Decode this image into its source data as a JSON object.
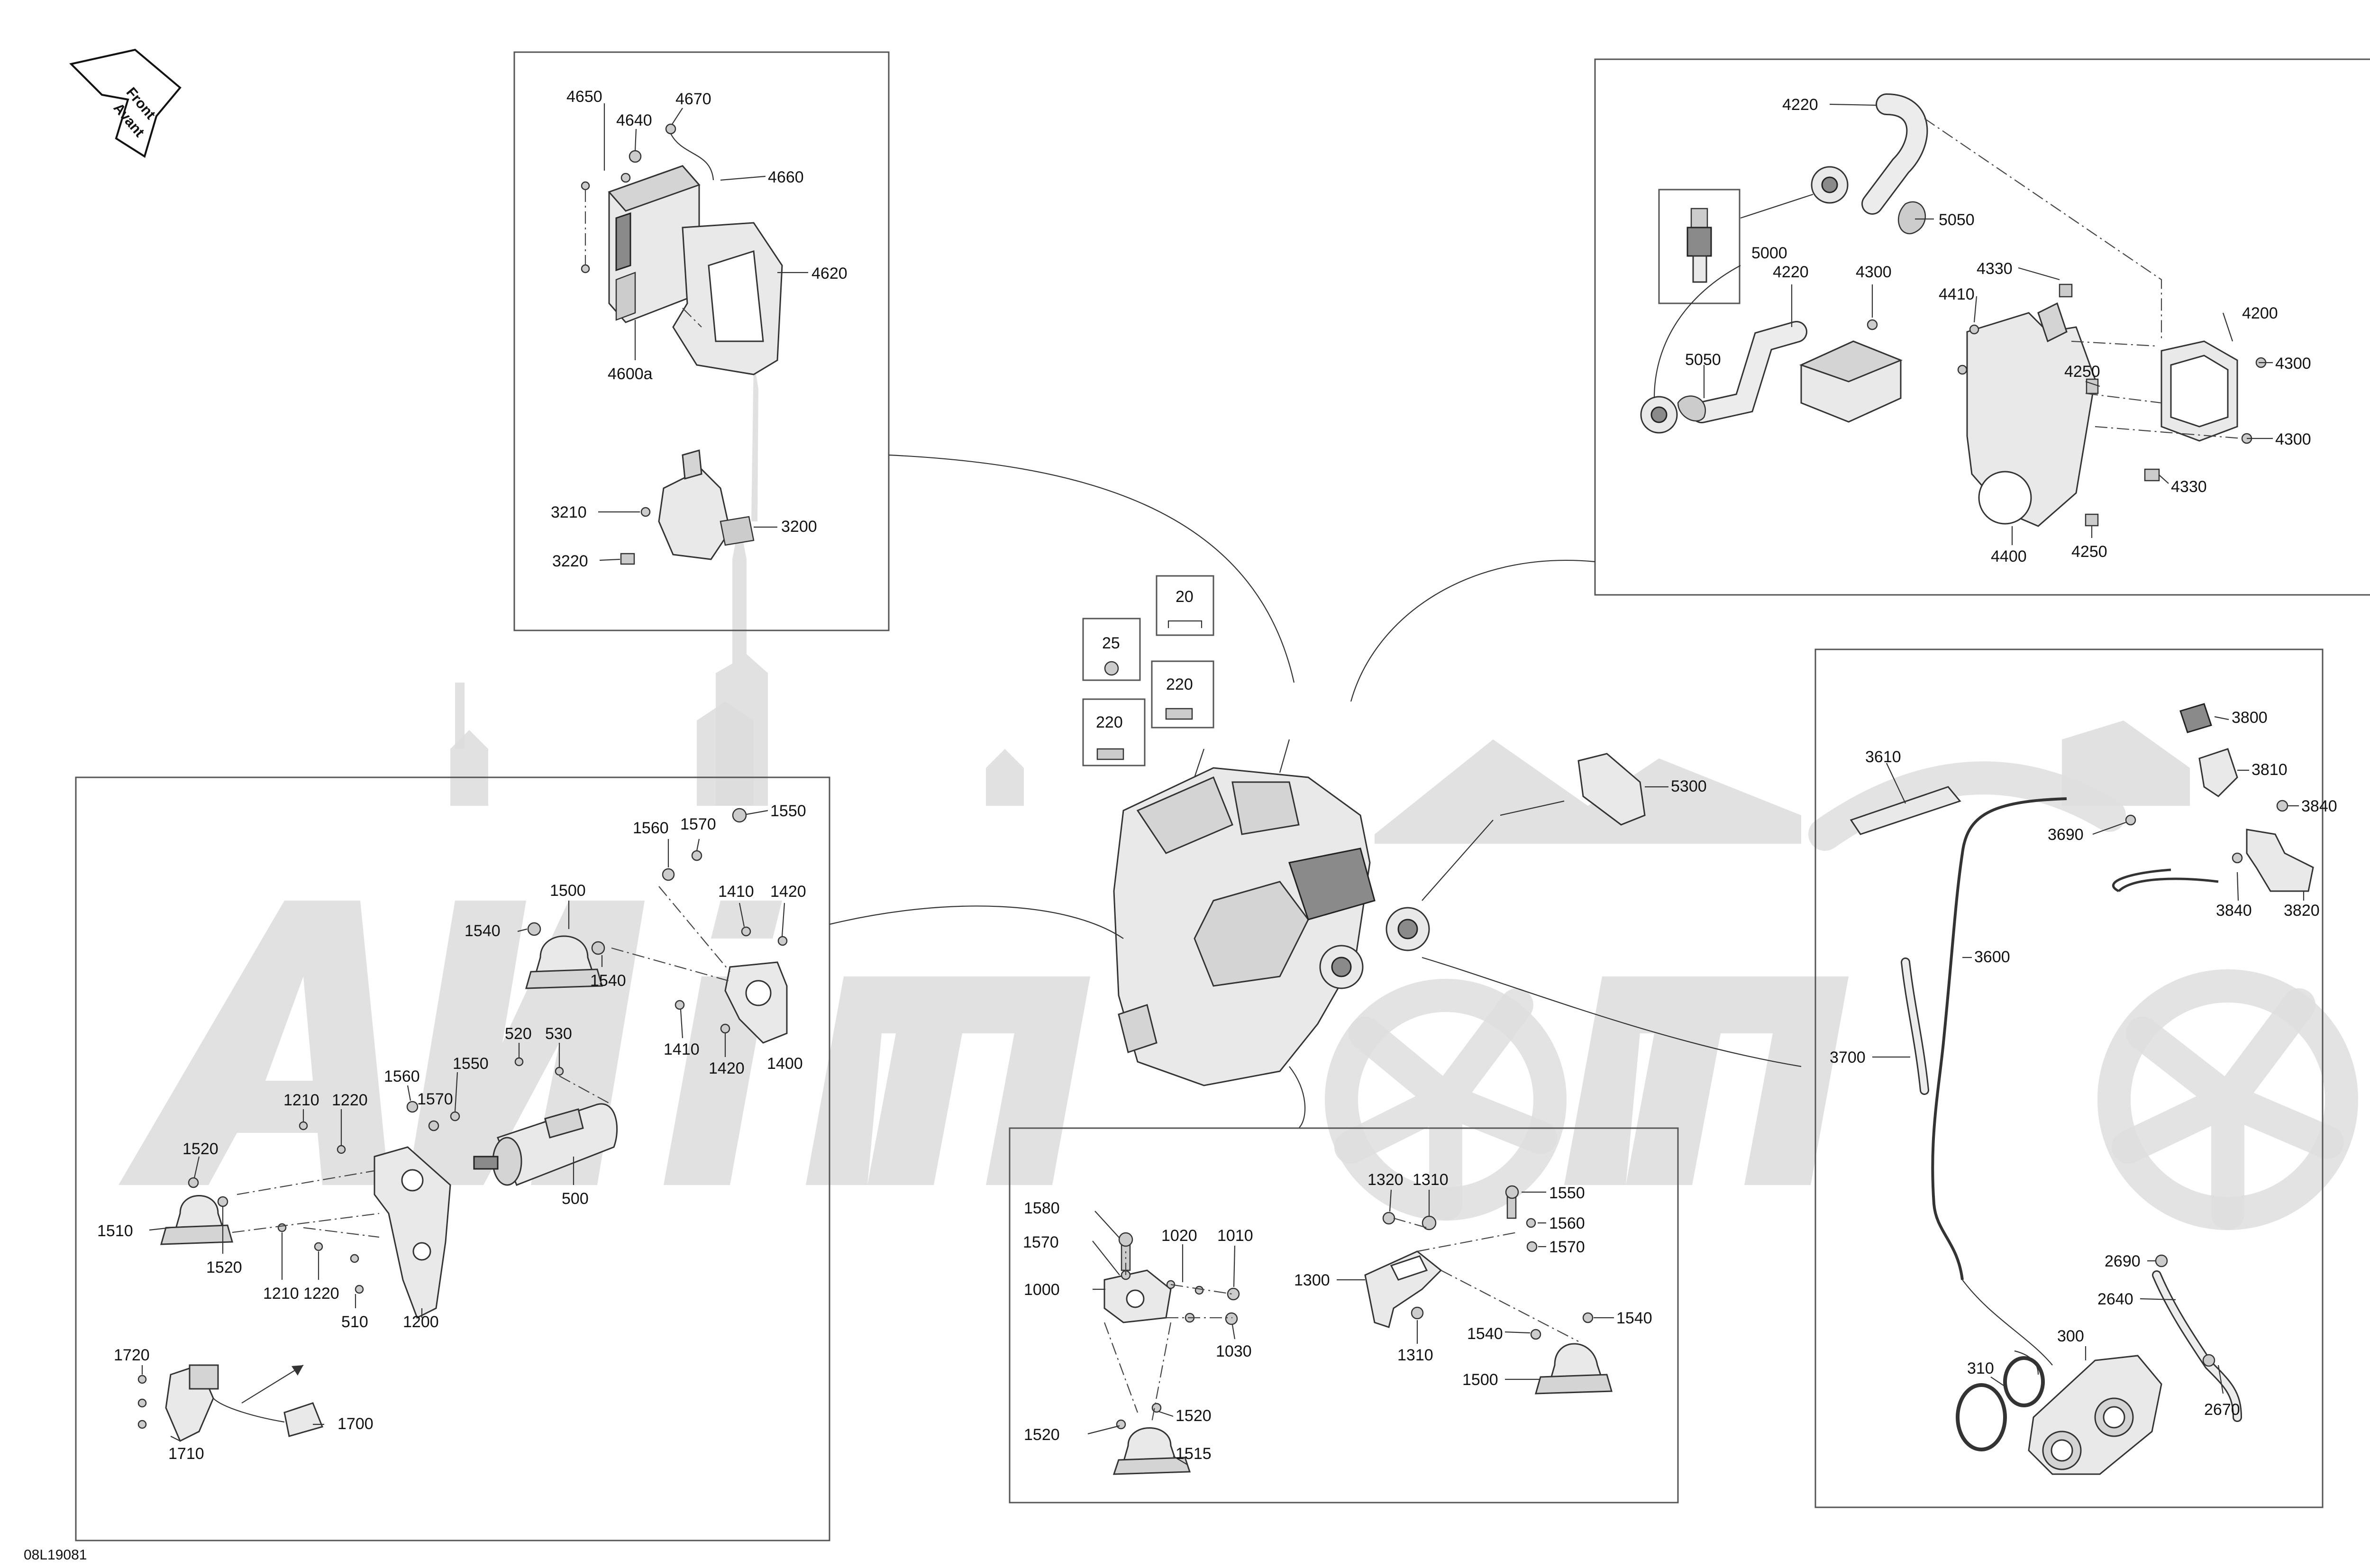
{
  "direction_arrow": {
    "line1": "Front",
    "line2": "Avant"
  },
  "drawing_ref": "08L19081",
  "panels": {
    "ecm": {
      "labels": [
        {
          "id": "4650",
          "text": "4650"
        },
        {
          "id": "4640",
          "text": "4640"
        },
        {
          "id": "4670",
          "text": "4670"
        },
        {
          "id": "4660",
          "text": "4660"
        },
        {
          "id": "4620",
          "text": "4620"
        },
        {
          "id": "4600a",
          "text": "4600a"
        },
        {
          "id": "3210",
          "text": "3210"
        },
        {
          "id": "3200",
          "text": "3200"
        },
        {
          "id": "3220",
          "text": "3220"
        }
      ]
    },
    "ignition": {
      "labels": [
        {
          "id": "4220a",
          "text": "4220"
        },
        {
          "id": "5050a",
          "text": "5050"
        },
        {
          "id": "5000",
          "text": "5000"
        },
        {
          "id": "4220b",
          "text": "4220"
        },
        {
          "id": "4300a",
          "text": "4300"
        },
        {
          "id": "4330a",
          "text": "4330"
        },
        {
          "id": "4410",
          "text": "4410"
        },
        {
          "id": "4200",
          "text": "4200"
        },
        {
          "id": "5050b",
          "text": "5050"
        },
        {
          "id": "4250a",
          "text": "4250"
        },
        {
          "id": "4300b",
          "text": "4300"
        },
        {
          "id": "4300c",
          "text": "4300"
        },
        {
          "id": "4330b",
          "text": "4330"
        },
        {
          "id": "4400",
          "text": "4400"
        },
        {
          "id": "4250b",
          "text": "4250"
        }
      ]
    },
    "starter": {
      "labels": [
        {
          "id": "1560a",
          "text": "1560"
        },
        {
          "id": "1570a",
          "text": "1570"
        },
        {
          "id": "1550a",
          "text": "1550"
        },
        {
          "id": "1500",
          "text": "1500"
        },
        {
          "id": "1410a",
          "text": "1410"
        },
        {
          "id": "1420a",
          "text": "1420"
        },
        {
          "id": "1540a",
          "text": "1540"
        },
        {
          "id": "1540b",
          "text": "1540"
        },
        {
          "id": "1410b",
          "text": "1410"
        },
        {
          "id": "1420b",
          "text": "1420"
        },
        {
          "id": "1400",
          "text": "1400"
        },
        {
          "id": "520",
          "text": "520"
        },
        {
          "id": "530",
          "text": "530"
        },
        {
          "id": "1560b",
          "text": "1560"
        },
        {
          "id": "1550b",
          "text": "1550"
        },
        {
          "id": "1210a",
          "text": "1210"
        },
        {
          "id": "1220a",
          "text": "1220"
        },
        {
          "id": "1570b",
          "text": "1570"
        },
        {
          "id": "1520a",
          "text": "1520"
        },
        {
          "id": "1510",
          "text": "1510"
        },
        {
          "id": "1520b",
          "text": "1520"
        },
        {
          "id": "500",
          "text": "500"
        },
        {
          "id": "1210b",
          "text": "1210"
        },
        {
          "id": "1220b",
          "text": "1220"
        },
        {
          "id": "510",
          "text": "510"
        },
        {
          "id": "1200",
          "text": "1200"
        },
        {
          "id": "1720",
          "text": "1720"
        },
        {
          "id": "1700",
          "text": "1700"
        },
        {
          "id": "1710",
          "text": "1710"
        }
      ]
    },
    "engine": {
      "labels": [
        {
          "id": "20",
          "text": "20"
        },
        {
          "id": "25",
          "text": "25"
        },
        {
          "id": "220a",
          "text": "220"
        },
        {
          "id": "220b",
          "text": "220"
        },
        {
          "id": "5300",
          "text": "5300"
        }
      ]
    },
    "mounts": {
      "labels": [
        {
          "id": "1580",
          "text": "1580"
        },
        {
          "id": "1320",
          "text": "1320"
        },
        {
          "id": "1310a",
          "text": "1310"
        },
        {
          "id": "1550",
          "text": "1550"
        },
        {
          "id": "1560",
          "text": "1560"
        },
        {
          "id": "1570a",
          "text": "1570"
        },
        {
          "id": "1020",
          "text": "1020"
        },
        {
          "id": "1010",
          "text": "1010"
        },
        {
          "id": "1000",
          "text": "1000"
        },
        {
          "id": "1570b",
          "text": "1570"
        },
        {
          "id": "1300",
          "text": "1300"
        },
        {
          "id": "1540a",
          "text": "1540"
        },
        {
          "id": "1540b",
          "text": "1540"
        },
        {
          "id": "1030",
          "text": "1030"
        },
        {
          "id": "1310b",
          "text": "1310"
        },
        {
          "id": "1500",
          "text": "1500"
        },
        {
          "id": "1520a",
          "text": "1520"
        },
        {
          "id": "1520b",
          "text": "1520"
        },
        {
          "id": "1515",
          "text": "1515"
        }
      ]
    },
    "throttle": {
      "labels": [
        {
          "id": "3800",
          "text": "3800"
        },
        {
          "id": "3610",
          "text": "3610"
        },
        {
          "id": "3810",
          "text": "3810"
        },
        {
          "id": "3840a",
          "text": "3840"
        },
        {
          "id": "3690",
          "text": "3690"
        },
        {
          "id": "3600",
          "text": "3600"
        },
        {
          "id": "3840b",
          "text": "3840"
        },
        {
          "id": "3820",
          "text": "3820"
        },
        {
          "id": "3700",
          "text": "3700"
        },
        {
          "id": "2690",
          "text": "2690"
        },
        {
          "id": "2640",
          "text": "2640"
        },
        {
          "id": "310",
          "text": "310"
        },
        {
          "id": "300",
          "text": "300"
        },
        {
          "id": "2670",
          "text": "2670"
        }
      ]
    }
  }
}
